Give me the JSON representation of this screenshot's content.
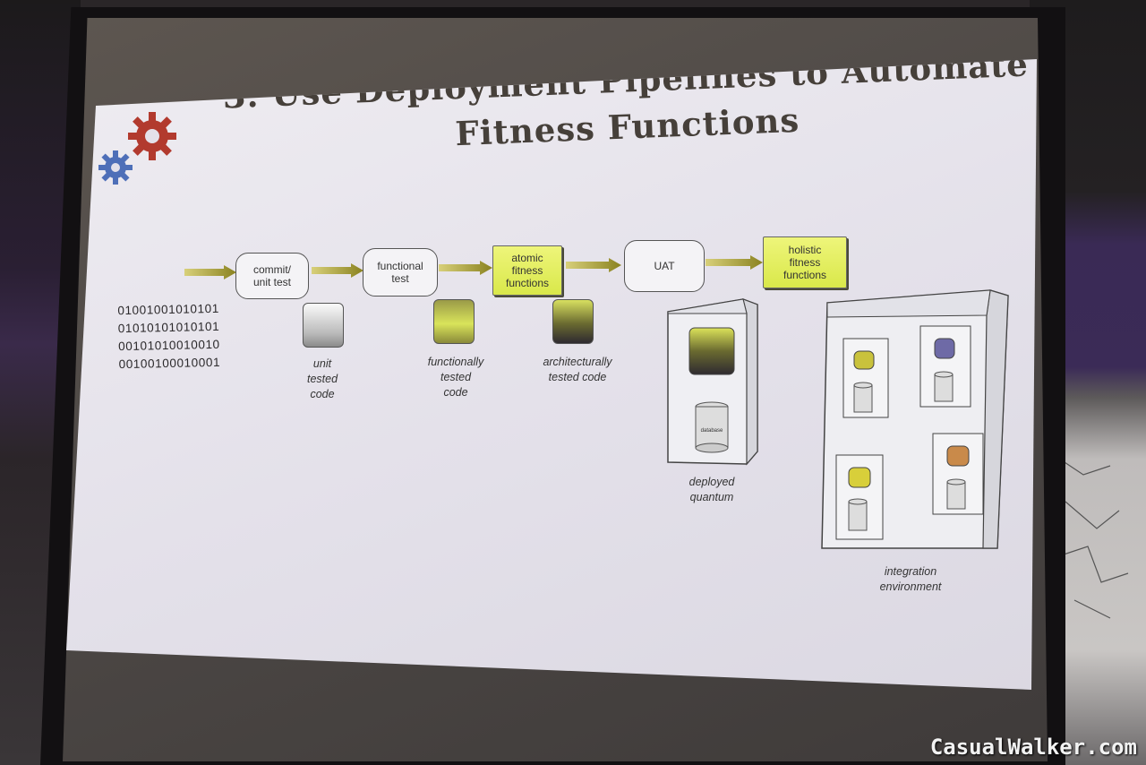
{
  "slide": {
    "title_line1": "3. Use Deployment Pipelines to Automate",
    "title_line2": "Fitness Functions"
  },
  "binary_lines": [
    "01001001010101",
    "01010101010101",
    "00101010010010",
    "00100100010001"
  ],
  "pipeline": {
    "stages": [
      "commit/\nunit test",
      "functional\ntest",
      "atomic\nfitness\nfunctions",
      "UAT",
      "holistic\nfitness\nfunctions"
    ],
    "artifacts": [
      "unit\ntested\ncode",
      "functionally\ntested\ncode",
      "architecturally\ntested code"
    ]
  },
  "deployed": {
    "caption": "deployed\nquantum",
    "db_label": "database"
  },
  "integration": {
    "caption": "integration\nenvironment"
  },
  "colors": {
    "fitness": "#e3ee5c",
    "olive": "#8a8a2a",
    "gear_red": "#b23a2e",
    "gear_blue": "#4e6fb8"
  },
  "watermark": "CasualWalker.com"
}
